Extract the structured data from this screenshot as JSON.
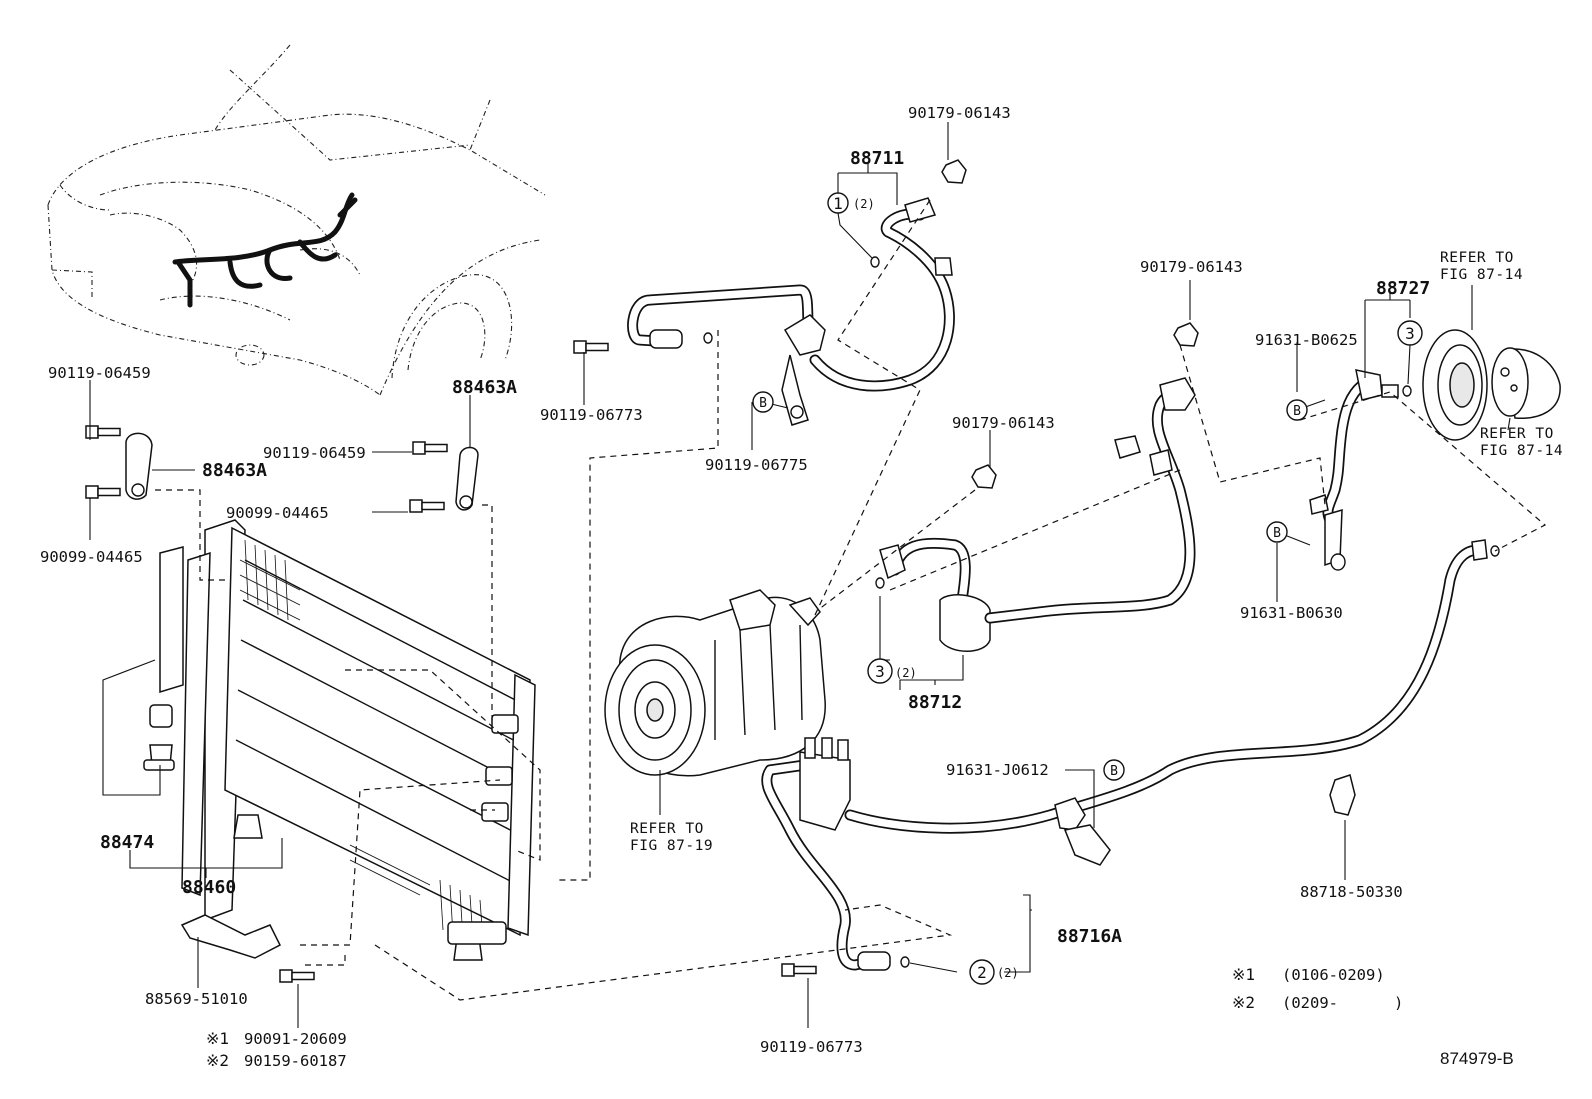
{
  "diagram_id": "874979-B",
  "part_labels": {
    "p_88711": "88711",
    "p_90179_a": "90179-06143",
    "p_90179_b": "90179-06143",
    "p_90179_c": "90179-06143",
    "p_90119_06773_a": "90119-06773",
    "p_90119_06775": "90119-06775",
    "p_90119_06459_a": "90119-06459",
    "p_90119_06459_b": "90119-06459",
    "p_88463a_a": "88463A",
    "p_88463a_b": "88463A",
    "p_90099_04465_a": "90099-04465",
    "p_90099_04465_b": "90099-04465",
    "p_88474": "88474",
    "p_88460": "88460",
    "p_88569": "88569-51010",
    "p_90091": "90091-20609",
    "p_90159": "90159-60187",
    "p_88712": "88712",
    "p_88727": "88727",
    "p_91631_b0625": "91631-B0625",
    "p_91631_b0630": "91631-B0630",
    "p_91631_j0612": "91631-J0612",
    "p_88716a": "88716A",
    "p_90119_06773_b": "90119-06773",
    "p_88718": "88718-50330"
  },
  "refer": {
    "compressor_1": "REFER TO",
    "compressor_2": "FIG 87-19",
    "clutch_a_1": "REFER TO",
    "clutch_a_2": "FIG 87-14",
    "clutch_b_1": "REFER TO",
    "clutch_b_2": "FIG 87-14"
  },
  "callouts": {
    "c1": "1",
    "c2": "2",
    "c3a": "3",
    "c3b": "3",
    "qty_2": "(2)",
    "B": "B"
  },
  "notes": {
    "mark1": "※1",
    "mark2": "※2",
    "range1": "(0106-0209)",
    "range2": "(0209-      )"
  }
}
